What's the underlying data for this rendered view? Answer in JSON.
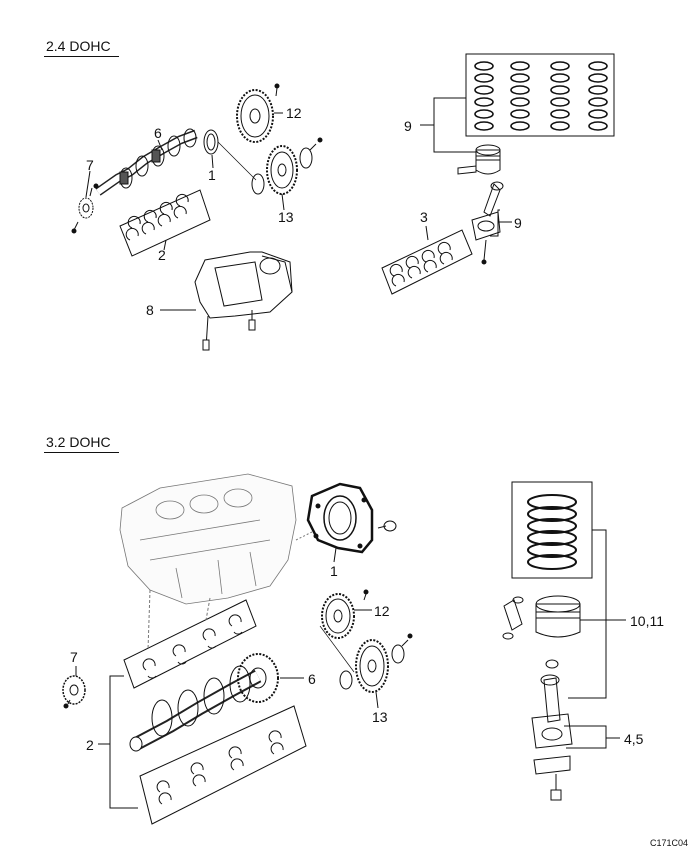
{
  "sections": [
    {
      "title": "2.4 DOHC",
      "callouts": [
        "12",
        "6",
        "7",
        "1",
        "13",
        "2",
        "8",
        "9",
        "3",
        "9"
      ]
    },
    {
      "title": "3.2 DOHC",
      "callouts": [
        "1",
        "12",
        "7",
        "6",
        "13",
        "2",
        "10,11",
        "4,5"
      ]
    }
  ],
  "figure_code": "C171C04"
}
